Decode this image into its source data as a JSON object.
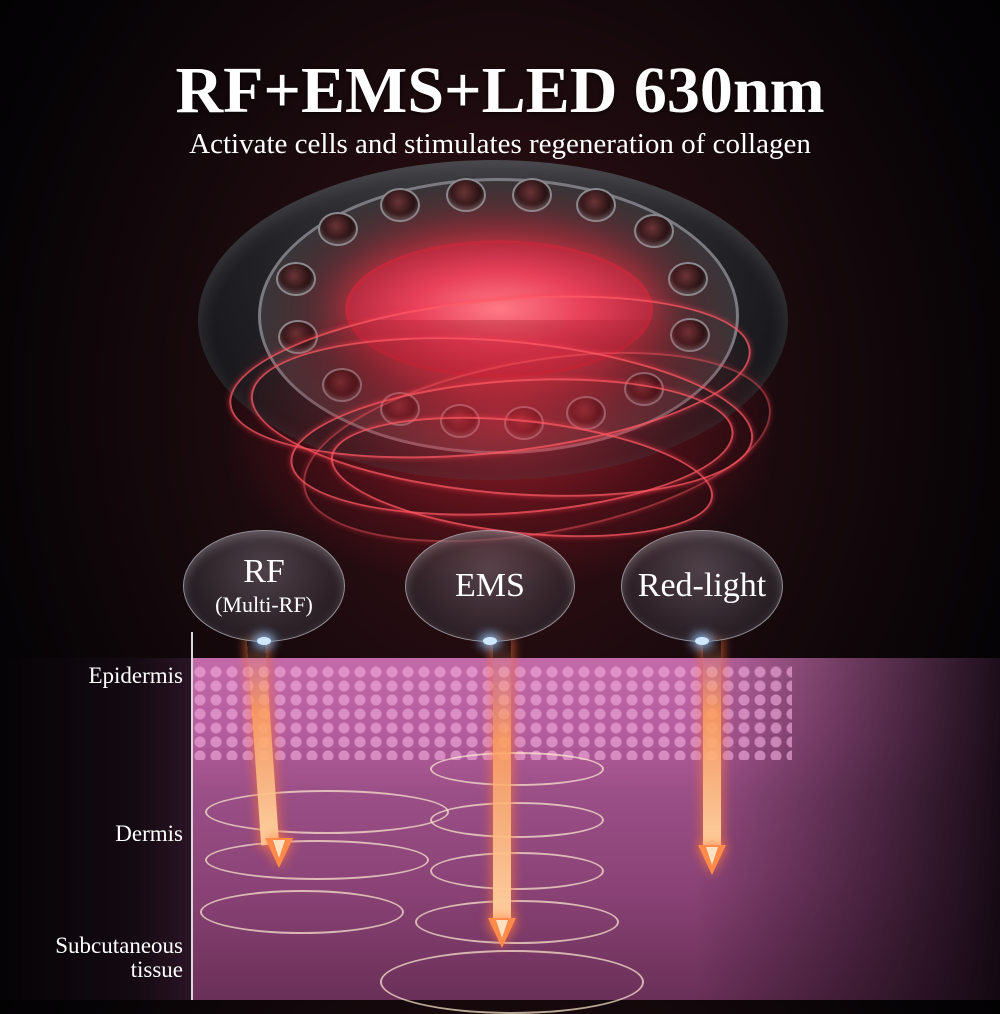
{
  "header": {
    "title": "RF+EMS+LED 630nm",
    "subtitle": "Activate cells and stimulates regeneration of collagen"
  },
  "modes": [
    {
      "label": "RF",
      "sublabel": "(Multi-RF)"
    },
    {
      "label": "EMS",
      "sublabel": ""
    },
    {
      "label": "Red-light",
      "sublabel": ""
    }
  ],
  "skin_layers": [
    {
      "label": "Epidermis"
    },
    {
      "label": "Dermis"
    },
    {
      "label": "Subcutaneous tissue",
      "line1": "Subcutaneous",
      "line2": "tissue"
    }
  ],
  "colors": {
    "background": "#000000",
    "glow_red": "#e8405a",
    "skin_pink": "#b45c9c",
    "beam_orange": "#ff8a4a",
    "text": "#ffffff"
  }
}
